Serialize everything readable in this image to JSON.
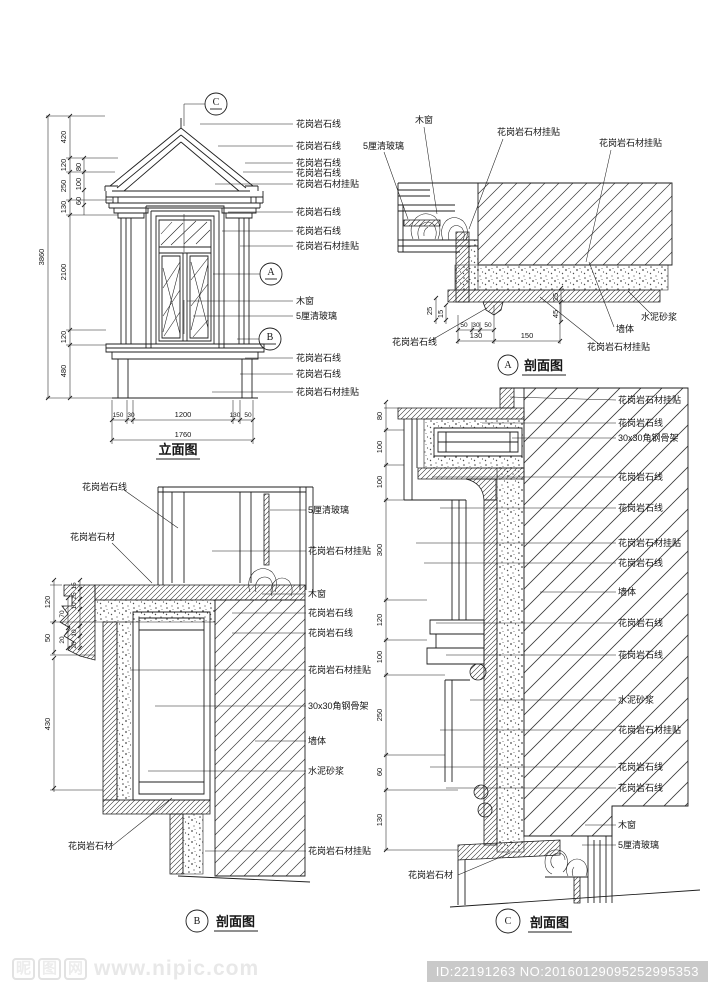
{
  "meta": {
    "background": "#ffffff",
    "ink": "#1f1f1f"
  },
  "markers": {
    "a": "A",
    "b": "B",
    "c": "C"
  },
  "captions": {
    "elevation": "立面图",
    "section": "剖面图"
  },
  "elevation": {
    "labels_right": [
      "花岗岩石线",
      "花岗岩石线",
      "花岗岩石线",
      "花岗岩石线",
      "花岗岩石材挂贴",
      "花岗岩石线",
      "花岗岩石线",
      "花岗岩石材挂贴",
      "木窗",
      "5厘清玻璃",
      "花岗岩石线",
      "花岗岩石线",
      "花岗岩石材挂贴"
    ],
    "dim_overall": "3860",
    "dims_left": [
      "420",
      "120",
      "250",
      "130",
      "2100",
      "120",
      "480"
    ],
    "dims_left_inner": [
      "80",
      "100",
      "60"
    ],
    "dims_bottom": [
      "150",
      "30",
      "1200",
      "130",
      "50"
    ],
    "dim_width_total": "1760"
  },
  "section_a": {
    "labels_top": [
      "5厘清玻璃",
      "木窗",
      "花岗岩石材挂贴",
      "花岗岩石材挂贴"
    ],
    "labels_bottom": [
      "花岗岩石线",
      "花岗岩石材挂贴",
      "墙体",
      "水泥砂浆"
    ],
    "dims_left": [
      "25",
      "15"
    ],
    "dims_right": [
      "25",
      "45"
    ],
    "dims_bottom": [
      "50",
      "30",
      "50",
      "130",
      "150"
    ]
  },
  "section_b": {
    "labels_left": [
      "花岗岩石线",
      "花岗岩石材",
      "花岗岩石材"
    ],
    "labels_right": [
      "5厘清玻璃",
      "花岗岩石材挂贴",
      "木窗",
      "花岗岩石线",
      "花岗岩石线",
      "花岗岩石材挂贴",
      "30x30角钢骨架",
      "墙体",
      "水泥砂浆",
      "花岗岩石材挂贴"
    ],
    "dims_left": [
      "120",
      "50",
      "430",
      "70",
      "20",
      "15",
      "25",
      "10",
      "10",
      "20"
    ]
  },
  "section_c": {
    "labels_right": [
      "花岗岩石材挂贴",
      "花岗岩石线",
      "30x30角钢骨架",
      "花岗岩石线",
      "花岗岩石线",
      "花岗岩石材挂贴",
      "花岗岩石线",
      "墙体",
      "花岗岩石线",
      "花岗岩石线",
      "水泥砂浆",
      "花岗岩石材挂贴",
      "花岗岩石线",
      "花岗岩石线",
      "木窗",
      "5厘清玻璃"
    ],
    "label_bottom": "花岗岩石材",
    "dims_left": [
      "80",
      "100",
      "100",
      "300",
      "120",
      "100",
      "250",
      "60",
      "130"
    ]
  },
  "watermark": {
    "logo_chars": [
      "昵",
      "图",
      "网"
    ],
    "site_url": "www.nipic.com",
    "id_text": "ID:22191263 NO:20160129095252995353"
  }
}
